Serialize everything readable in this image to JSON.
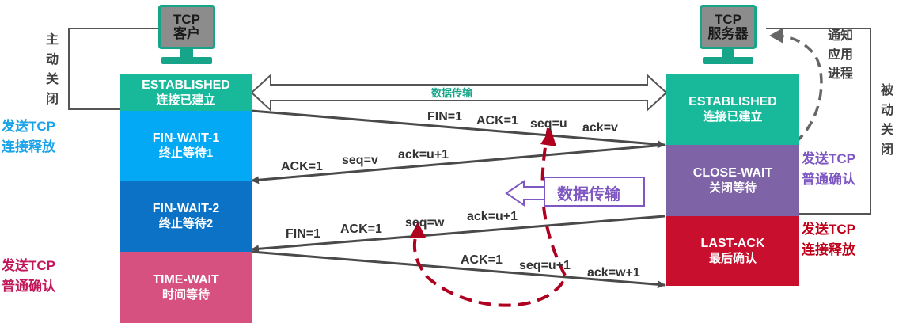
{
  "client": {
    "name_line1": "TCP",
    "name_line2": "客户",
    "active_close": "主动关闭",
    "send_fin_line1": "发送TCP",
    "send_fin_line2": "连接释放",
    "send_ack_line1": "发送TCP",
    "send_ack_line2": "普通确认",
    "states": [
      {
        "en": "ESTABLISHED",
        "cn": "连接已建立",
        "color": "#17b99a"
      },
      {
        "en": "FIN-WAIT-1",
        "cn": "终止等待1",
        "color": "#03a9f4"
      },
      {
        "en": "FIN-WAIT-2",
        "cn": "终止等待2",
        "color": "#0b72c6"
      },
      {
        "en": "TIME-WAIT",
        "cn": "时间等待",
        "color": "#d6517f"
      }
    ]
  },
  "server": {
    "name_line1": "TCP",
    "name_line2": "服务器",
    "notify_app": "通知应用进程",
    "passive_close": "被动关闭",
    "send_ack_line1": "发送TCP",
    "send_ack_line2": "普通确认",
    "send_fin_line1": "发送TCP",
    "send_fin_line2": "连接释放",
    "states": [
      {
        "en": "ESTABLISHED",
        "cn": "连接已建立",
        "color": "#17b99a"
      },
      {
        "en": "CLOSE-WAIT",
        "cn": "关闭等待",
        "color": "#7e63a6"
      },
      {
        "en": "LAST-ACK",
        "cn": "最后确认",
        "color": "#c8102e"
      }
    ]
  },
  "data_transfer_top": "数据传输",
  "data_transfer_mid": "数据传输",
  "segments": {
    "fin1": {
      "fin": "FIN=1",
      "ack": "ACK=1",
      "seq": "seq=u",
      "acknum": "ack=v"
    },
    "ack1": {
      "ack": "ACK=1",
      "seq": "seq=v",
      "acknum": "ack=u+1"
    },
    "fin2": {
      "fin": "FIN=1",
      "ack": "ACK=1",
      "seq": "seq=w",
      "acknum": "ack=u+1"
    },
    "ack2": {
      "ack": "ACK=1",
      "seq": "seq=u+1",
      "acknum": "ack=w+1"
    }
  },
  "colors": {
    "client_label_blue": "#1aa3e8",
    "pink_label": "#c2185b",
    "server_label_purple": "#7e57c2",
    "server_label_red": "#c0001a",
    "dashed_red": "#b00020",
    "dashed_gray": "#666666",
    "arrow_gray": "#4a4a4a"
  }
}
